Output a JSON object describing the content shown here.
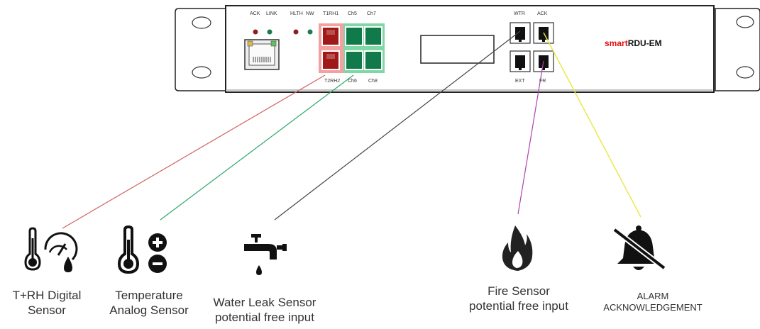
{
  "device": {
    "brand_prefix": "smart",
    "brand_model": "RDU-EM",
    "port_labels": {
      "ack": "ACK",
      "link": "LINK",
      "hlth": "HLTH",
      "nw": "NW",
      "t1rh1": "T1RH1",
      "ch5": "Ch5",
      "ch7": "Ch7",
      "t2rh2": "T2RH2",
      "ch6": "Ch6",
      "ch8": "Ch8",
      "wtr": "WTR",
      "ack2": "ACK",
      "ext": "EXT",
      "fr": "FR"
    }
  },
  "sensors": {
    "trh": {
      "line1": "T+RH Digital",
      "line2": "Sensor",
      "icon": "thermometer-gauge-icon"
    },
    "temp": {
      "line1": "Temperature",
      "line2": "Analog Sensor",
      "icon": "thermometer-plus-minus-icon"
    },
    "water": {
      "line1": "Water Leak Sensor",
      "line2": "potential free input",
      "icon": "faucet-icon"
    },
    "fire": {
      "line1": "Fire Sensor",
      "line2": "potential free input",
      "icon": "flame-icon"
    },
    "alarm": {
      "line1": "ALARM",
      "line2": "ACKNOWLEDGEMENT",
      "icon": "bell-off-icon"
    }
  },
  "colors": {
    "red_port_bg": "#f4a0a0",
    "green_port_bg": "#7fd8a4",
    "line_trh": "#d06060",
    "line_temp": "#2aa86a",
    "line_water": "#444444",
    "line_fire": "#b040b0",
    "line_alarm": "#e8e840"
  }
}
